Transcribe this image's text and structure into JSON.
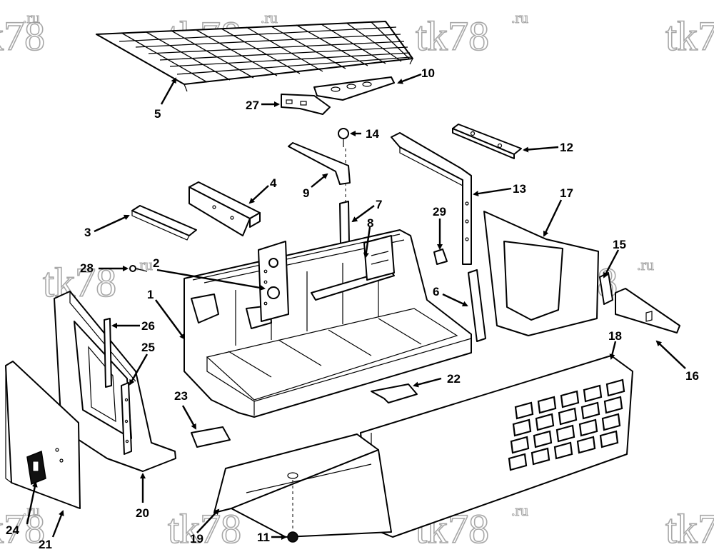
{
  "watermark": {
    "main": "tk78",
    "suffix": ".ru"
  },
  "callouts": {
    "c1": "1",
    "c2": "2",
    "c3": "3",
    "c4": "4",
    "c5": "5",
    "c6": "6",
    "c7": "7",
    "c8": "8",
    "c9": "9",
    "c10": "10",
    "c11": "11",
    "c12": "12",
    "c13": "13",
    "c14": "14",
    "c15": "15",
    "c16": "16",
    "c17": "17",
    "c18": "18",
    "c19": "19",
    "c20": "20",
    "c21": "21",
    "c22": "22",
    "c23": "23",
    "c24": "24",
    "c25": "25",
    "c26": "26",
    "c27": "27",
    "c28": "28",
    "c29": "29"
  }
}
